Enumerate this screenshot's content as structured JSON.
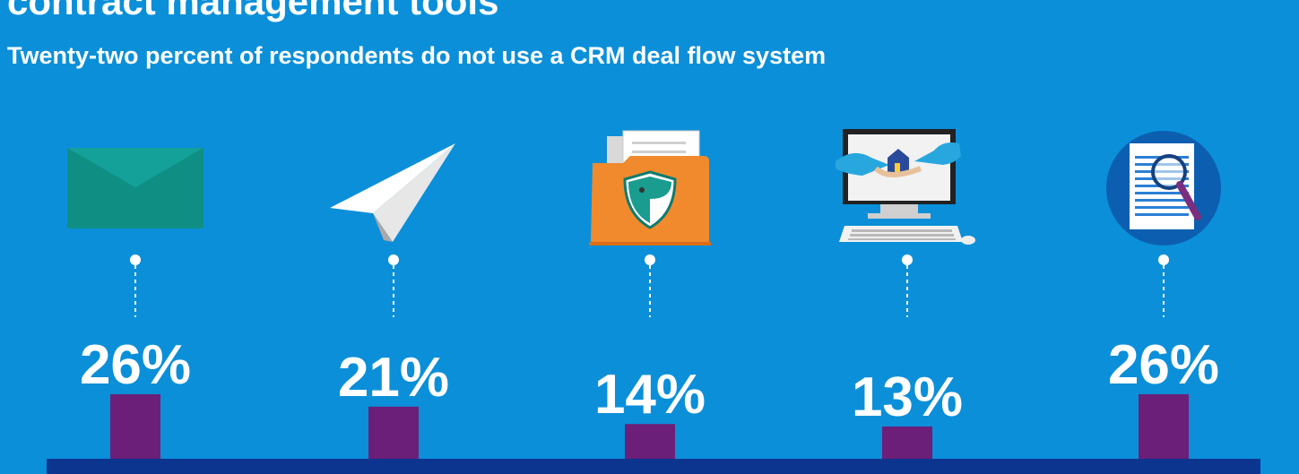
{
  "title": "contract management tools",
  "subtitle": "Twenty-two percent of respondents do not use a CRM deal flow system",
  "colors": {
    "background": "#0b8fd9",
    "bar": "#6c1f78",
    "baseline": "#0c3590",
    "text": "#ffffff"
  },
  "chart_data": {
    "type": "bar",
    "categories": [
      "email-icon",
      "paper-plane-icon",
      "secure-folder-icon",
      "computer-handshake-icon",
      "document-search-icon"
    ],
    "series": [
      {
        "values": [
          26,
          21,
          14,
          13,
          26
        ],
        "labels": [
          "26%",
          "21%",
          "14%",
          "13%",
          "26%"
        ]
      }
    ],
    "ylim": [
      0,
      30
    ],
    "grid": false
  }
}
